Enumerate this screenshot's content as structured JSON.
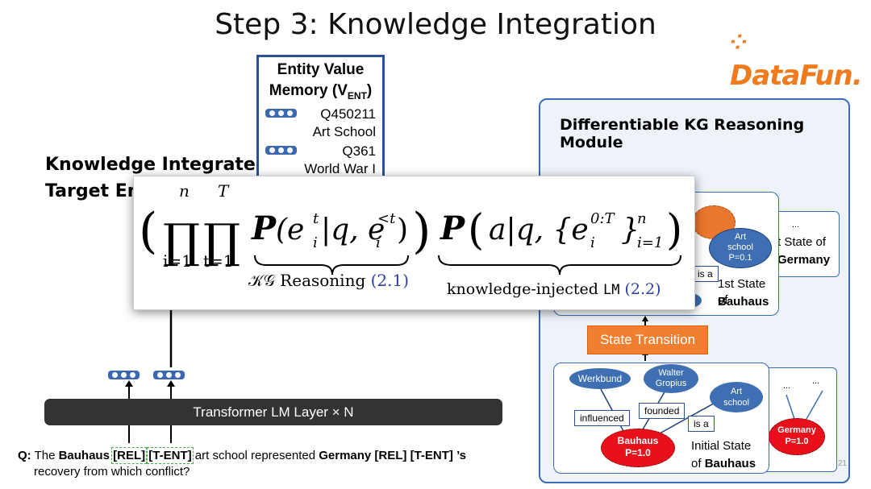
{
  "slide": {
    "title": "Step 3: Knowledge Integration",
    "logo": "DataFun.",
    "page_number": "21"
  },
  "left_label": {
    "line1": "Knowledge Integrated",
    "line2": "Target Em"
  },
  "entity_memory": {
    "title_line1": "Entity Value",
    "title_line2": "Memory (V",
    "title_sub": "ENT",
    "title_close": ")",
    "entries": [
      {
        "id": "Q450211",
        "name": "Art School"
      },
      {
        "id": "Q361",
        "name": "World War I"
      }
    ]
  },
  "formula": {
    "prod_top_1": "n",
    "prod_bottom_1": "i=1",
    "prod_top_2": "T",
    "prod_bottom_2": "t=1",
    "term1": "(e",
    "term1_tail": "|q, e",
    "term2": "(a|q, {e",
    "term2_tail": "}",
    "kg_label": "𝒦𝒢 Reasoning",
    "kg_ref": "(2.1)",
    "lm_label": "knowledge-injected",
    "lm_mono": "LM",
    "lm_ref": "(2.2)"
  },
  "kg_module": {
    "title": "Differentiable KG Reasoning Module",
    "state_transition": "State Transition",
    "upper": {
      "art_school": "Art",
      "art_school_2": "school",
      "art_school_p": "P=0.1",
      "is_a": "is a",
      "state1_line1": "1st State of",
      "state1_line2": "Bauhaus",
      "back_dots": "...",
      "back_line1": "t State of",
      "back_line2": "Germany"
    },
    "lower": {
      "werkbund": "Werkbund",
      "walter1": "Walter",
      "walter2": "Gropius",
      "art1": "Art",
      "art2": "school",
      "influenced": "influenced",
      "founded": "founded",
      "is_a": "is a",
      "bauhaus": "Bauhaus",
      "bauhaus_p": "P=1.0",
      "state_line1": "Initial State",
      "state_line2_pre": "of ",
      "state_line2": "Bauhaus",
      "germany": "Germany",
      "germany_p": "P=1.0",
      "dots1": "...",
      "dots2": "..."
    }
  },
  "transformer": {
    "label": "Transformer LM Layer × N"
  },
  "question": {
    "q": "Q:",
    "t1": " The ",
    "bauhaus": "Bauhaus",
    "t2": " ",
    "rel": "[REL]",
    "t3": " ",
    "tent": "[T-ENT]",
    "t4": " art school represented ",
    "germany_rel": "Germany [REL] [T-ENT] ’s",
    "line2": "recovery from which conflict?"
  },
  "colors": {
    "accent_blue": "#3c67b1",
    "node_fill": "#3e6fb3",
    "bauhaus_red": "#e8101a",
    "transition_orange": "#f08030",
    "logo_orange": "#f07b1e"
  }
}
